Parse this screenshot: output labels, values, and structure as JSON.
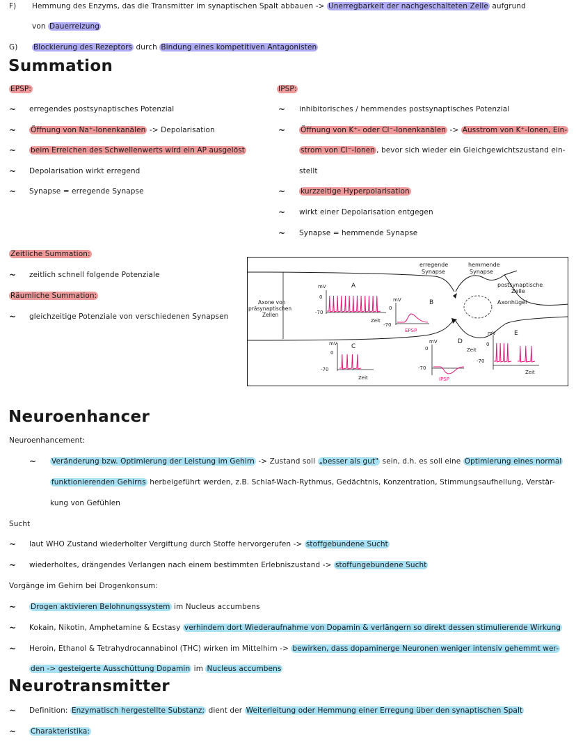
{
  "intro": {
    "f_marker": "F)",
    "f_pre": "Hemmung des Enzyms, das die Transmitter im synaptischen Spalt abbauen ->",
    "f_hl": "Unerregbarkeit der nachgeschalteten Zelle",
    "f_post": "aufgrund",
    "f_cont_pre": "von",
    "f_cont_hl": "Dauerreizung",
    "g_marker": "G)",
    "g_hl1": "Blockierung des Rezeptors",
    "g_mid": "durch",
    "g_hl2": "Bindung eines kompetitiven Antagonisten"
  },
  "summation": {
    "title": "Summation",
    "bullet": "~",
    "epsp_label": "EPSP:",
    "epsp_items": [
      {
        "pre": "erregendes postsynaptisches Potenzial",
        "hl": "",
        "post": ""
      },
      {
        "pre": "",
        "hl": "Öffnung von Na⁺-Ionenkanälen",
        "post": "-> Depolarisation"
      },
      {
        "pre": "",
        "hl": "beim Erreichen des Schwellenwerts wird ein AP ausgelöst",
        "post": ""
      },
      {
        "pre": "Depolarisation wirkt erregend",
        "hl": "",
        "post": ""
      },
      {
        "pre": "Synapse = erregende Synapse",
        "hl": "",
        "post": ""
      }
    ],
    "ipsp_label": "IPSP:",
    "ipsp_1": "inhibitorisches / hemmendes postsynaptisches Potenzial",
    "ipsp_2_hl1": "Öffnung von K⁺- oder Cl⁻-Ionenkanälen",
    "ipsp_2_mid": "->",
    "ipsp_2_hl2": "Ausstrom von K⁺-Ionen, Ein-",
    "ipsp_3_hl": "strom von Cl⁻-Ionen",
    "ipsp_3_post": ", bevor sich wieder ein Gleichgewichtszustand ein-",
    "ipsp_4": "stellt",
    "ipsp_5_hl": "kurzzeitige Hyperpolarisation",
    "ipsp_6": "wirkt einer Depolarisation entgegen",
    "ipsp_7": "Synapse = hemmende Synapse",
    "zeitlich_label": "Zeitliche Summation:",
    "zeitlich_text": "zeitlich schnell folgende Potenziale",
    "raeumlich_label": "Räumliche Summation:",
    "raeumlich_text": "gleichzeitige Potenziale von verschiedenen Synapsen"
  },
  "diagram": {
    "erregende_1": "erregende",
    "erregende_2": "Synapse",
    "hemmende_1": "hemmende",
    "hemmende_2": "Synapse",
    "post_1": "postsynaptische",
    "post_2": "Zelle",
    "axonhuegel": "Axonhügel",
    "axone_1": "Axone von",
    "axone_2": "präsynaptischen",
    "axone_3": "Zellen",
    "mv": "mV",
    "zero": "0",
    "minus70": "-70",
    "zeit": "Zeit",
    "label_a": "A",
    "label_b": "B",
    "label_c": "C",
    "label_d": "D",
    "label_e": "E",
    "epsp": "EPSP",
    "ipsp": "IPSP",
    "accent": "#e0187a"
  },
  "neuro": {
    "title": "Neuroenhancer",
    "label": "Neuroenhancement:",
    "l1_hl1": "Veränderung bzw. Optimierung der Leistung im Gehirn",
    "l1_mid": "-> Zustand soll",
    "l1_hl2": "„besser als gut\"",
    "l1_mid2": "sein, d.h. es soll eine",
    "l1_hl3": "Optimierung eines normal",
    "l2_hl": "funktionierenden Gehirns",
    "l2_post": "herbeigeführt werden, z.B. Schlaf-Wach-Rythmus, Gedächtnis, Konzentration, Stimmungsaufhellung, Verstär-",
    "l3": "kung von Gefühlen"
  },
  "sucht": {
    "label": "Sucht",
    "s1_pre": "laut WHO Zustand wiederholter Vergiftung durch Stoffe hervorgerufen ->",
    "s1_hl": "stoffgebundene Sucht",
    "s2_pre": "wiederholtes, drängendes Verlangen nach einem bestimmten Erlebniszustand ->",
    "s2_hl": "stoffungebundene Sucht",
    "vorgaenge": "Vorgänge im Gehirn bei Drogenkonsum:",
    "v1_hl": "Drogen aktivieren Belohnungssystem",
    "v1_post": "im Nucleus accumbens",
    "v2_pre": "Kokain, Nikotin, Amphetamine & Ecstasy",
    "v2_hl": "verhindern dort Wiederaufnahme von Dopamin & verlängern so direkt dessen stimulierende Wirkung",
    "v3_pre": "Heroin, Ethanol & Tetrahydrocannabinol (THC) wirken im Mittelhirn ->",
    "v3_hl": "bewirken, dass dopaminerge Neuronen weniger intensiv gehemmt wer-",
    "v4_hl1": "den -> gesteigerte Ausschüttung Dopamin",
    "v4_mid": "im",
    "v4_hl2": "Nucleus accumbens"
  },
  "transmitter": {
    "title": "Neurotransmitter",
    "d_pre": "Definition:",
    "d_hl1": "Enzymatisch hergestellte Substanz;",
    "d_mid": "dient der",
    "d_hl2": "Weiterleitung oder Hemmung einer Erregung über den synaptischen Spalt",
    "c_hl": "Charakteristika:"
  }
}
